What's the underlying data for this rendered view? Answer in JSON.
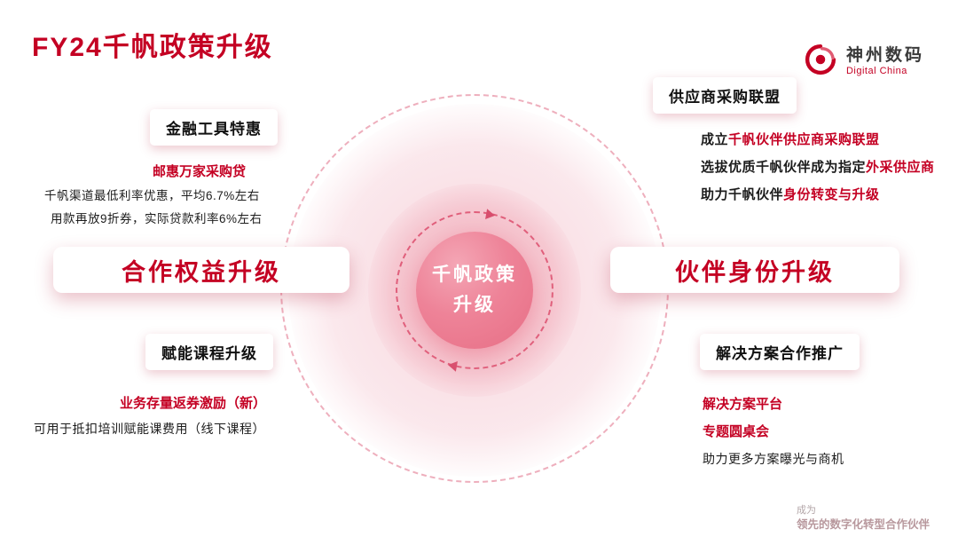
{
  "title": "FY24千帆政策升级",
  "logo": {
    "name": "神州数码",
    "sub": "Digital China"
  },
  "center": {
    "line1": "千帆政策",
    "line2": "升级"
  },
  "left": {
    "group1": {
      "header": "金融工具特惠",
      "highlight": "邮惠万家采购贷",
      "lines": [
        "千帆渠道最低利率优惠，平均6.7%左右",
        "用款再放9折券，实际贷款利率6%左右"
      ]
    },
    "big_label": "合作权益升级",
    "group2": {
      "header": "赋能课程升级",
      "highlight": "业务存量返券激励（新）",
      "line": "可用于抵扣培训赋能课费用（线下课程）"
    }
  },
  "right": {
    "group1": {
      "header": "供应商采购联盟",
      "lines": [
        {
          "pre": "成立",
          "red": "千帆伙伴供应商采购联盟",
          "post": ""
        },
        {
          "pre": "选拔优质千帆伙伴成为指定",
          "red": "外采供应商",
          "post": ""
        },
        {
          "pre": "助力千帆伙伴",
          "red": "身份转变与升级",
          "post": ""
        }
      ]
    },
    "big_label": "伙伴身份升级",
    "group2": {
      "header": "解决方案合作推广",
      "highlights": [
        "解决方案平台",
        "专题圆桌会"
      ],
      "line": "助力更多方案曝光与商机"
    }
  },
  "footer": {
    "line1": "成为",
    "line2": "领先的数字化转型合作伙伴"
  },
  "colors": {
    "accent": "#c40023",
    "core_pink": "#ee8398",
    "dash_pink": "#e0607c"
  }
}
